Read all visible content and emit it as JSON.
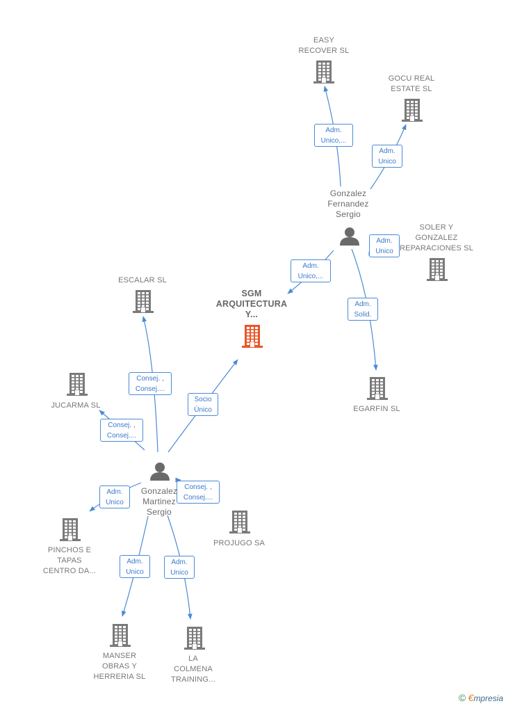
{
  "colors": {
    "edge": "#4a8ad6",
    "company_icon": "#7a7a7a",
    "main_company_icon": "#e8562a",
    "person_icon": "#6a6a6a",
    "label_text": "#777777"
  },
  "nodes": [
    {
      "id": "easy",
      "type": "company",
      "label": "EASY\nRECOVER  SL"
    },
    {
      "id": "gocu",
      "type": "company",
      "label": "GOCU REAL\nESTATE  SL"
    },
    {
      "id": "gfs",
      "type": "person",
      "label": "Gonzalez\nFernandez\nSergio"
    },
    {
      "id": "soler",
      "type": "company",
      "label": "SOLER Y\nGONZALEZ\nREPARACIONES SL"
    },
    {
      "id": "escalar",
      "type": "company",
      "label": "ESCALAR  SL"
    },
    {
      "id": "sgm",
      "type": "main",
      "label": "SGM\nARQUITECTURA\nY..."
    },
    {
      "id": "egarfin",
      "type": "company",
      "label": "EGARFIN SL"
    },
    {
      "id": "jucarma",
      "type": "company",
      "label": "JUCARMA  SL"
    },
    {
      "id": "gms",
      "type": "person",
      "label": "Gonzalez\nMartinez\nSergio"
    },
    {
      "id": "projugo",
      "type": "company",
      "label": "PROJUGO SA"
    },
    {
      "id": "pinchos",
      "type": "company",
      "label": "PINCHOS E\nTAPAS\nCENTRO DA..."
    },
    {
      "id": "manser",
      "type": "company",
      "label": "MANSER\nOBRAS Y\nHERRERIA  SL"
    },
    {
      "id": "colmena",
      "type": "company",
      "label": "LA\nCOLMENA\nTRAINING..."
    }
  ],
  "edges": [
    {
      "from": "gfs",
      "to": "easy",
      "label": "Adm.\nUnico,..."
    },
    {
      "from": "gfs",
      "to": "gocu",
      "label": "Adm.\nUnico"
    },
    {
      "from": "gfs",
      "to": "soler",
      "label": "Adm.\nUnico"
    },
    {
      "from": "gfs",
      "to": "sgm",
      "label": "Adm.\nUnico,..."
    },
    {
      "from": "gfs",
      "to": "egarfin",
      "label": "Adm.\nSolid."
    },
    {
      "from": "gms",
      "to": "escalar",
      "label": "Consej. ,\nConsej...."
    },
    {
      "from": "gms",
      "to": "sgm",
      "label": "Socio\nÚnico"
    },
    {
      "from": "gms",
      "to": "jucarma",
      "label": "Consej. ,\nConsej...."
    },
    {
      "from": "gms",
      "to": "pinchos",
      "label": "Adm.\nUnico"
    },
    {
      "from": "gms",
      "to": "projugo",
      "label": "Consej. ,\nConsej...."
    },
    {
      "from": "gms",
      "to": "manser",
      "label": "Adm.\nUnico"
    },
    {
      "from": "gms",
      "to": "colmena",
      "label": "Adm.\nUnico"
    }
  ],
  "footer": {
    "copyright_symbol": "©",
    "brand_initial": "€",
    "brand_rest": "mpresia"
  }
}
